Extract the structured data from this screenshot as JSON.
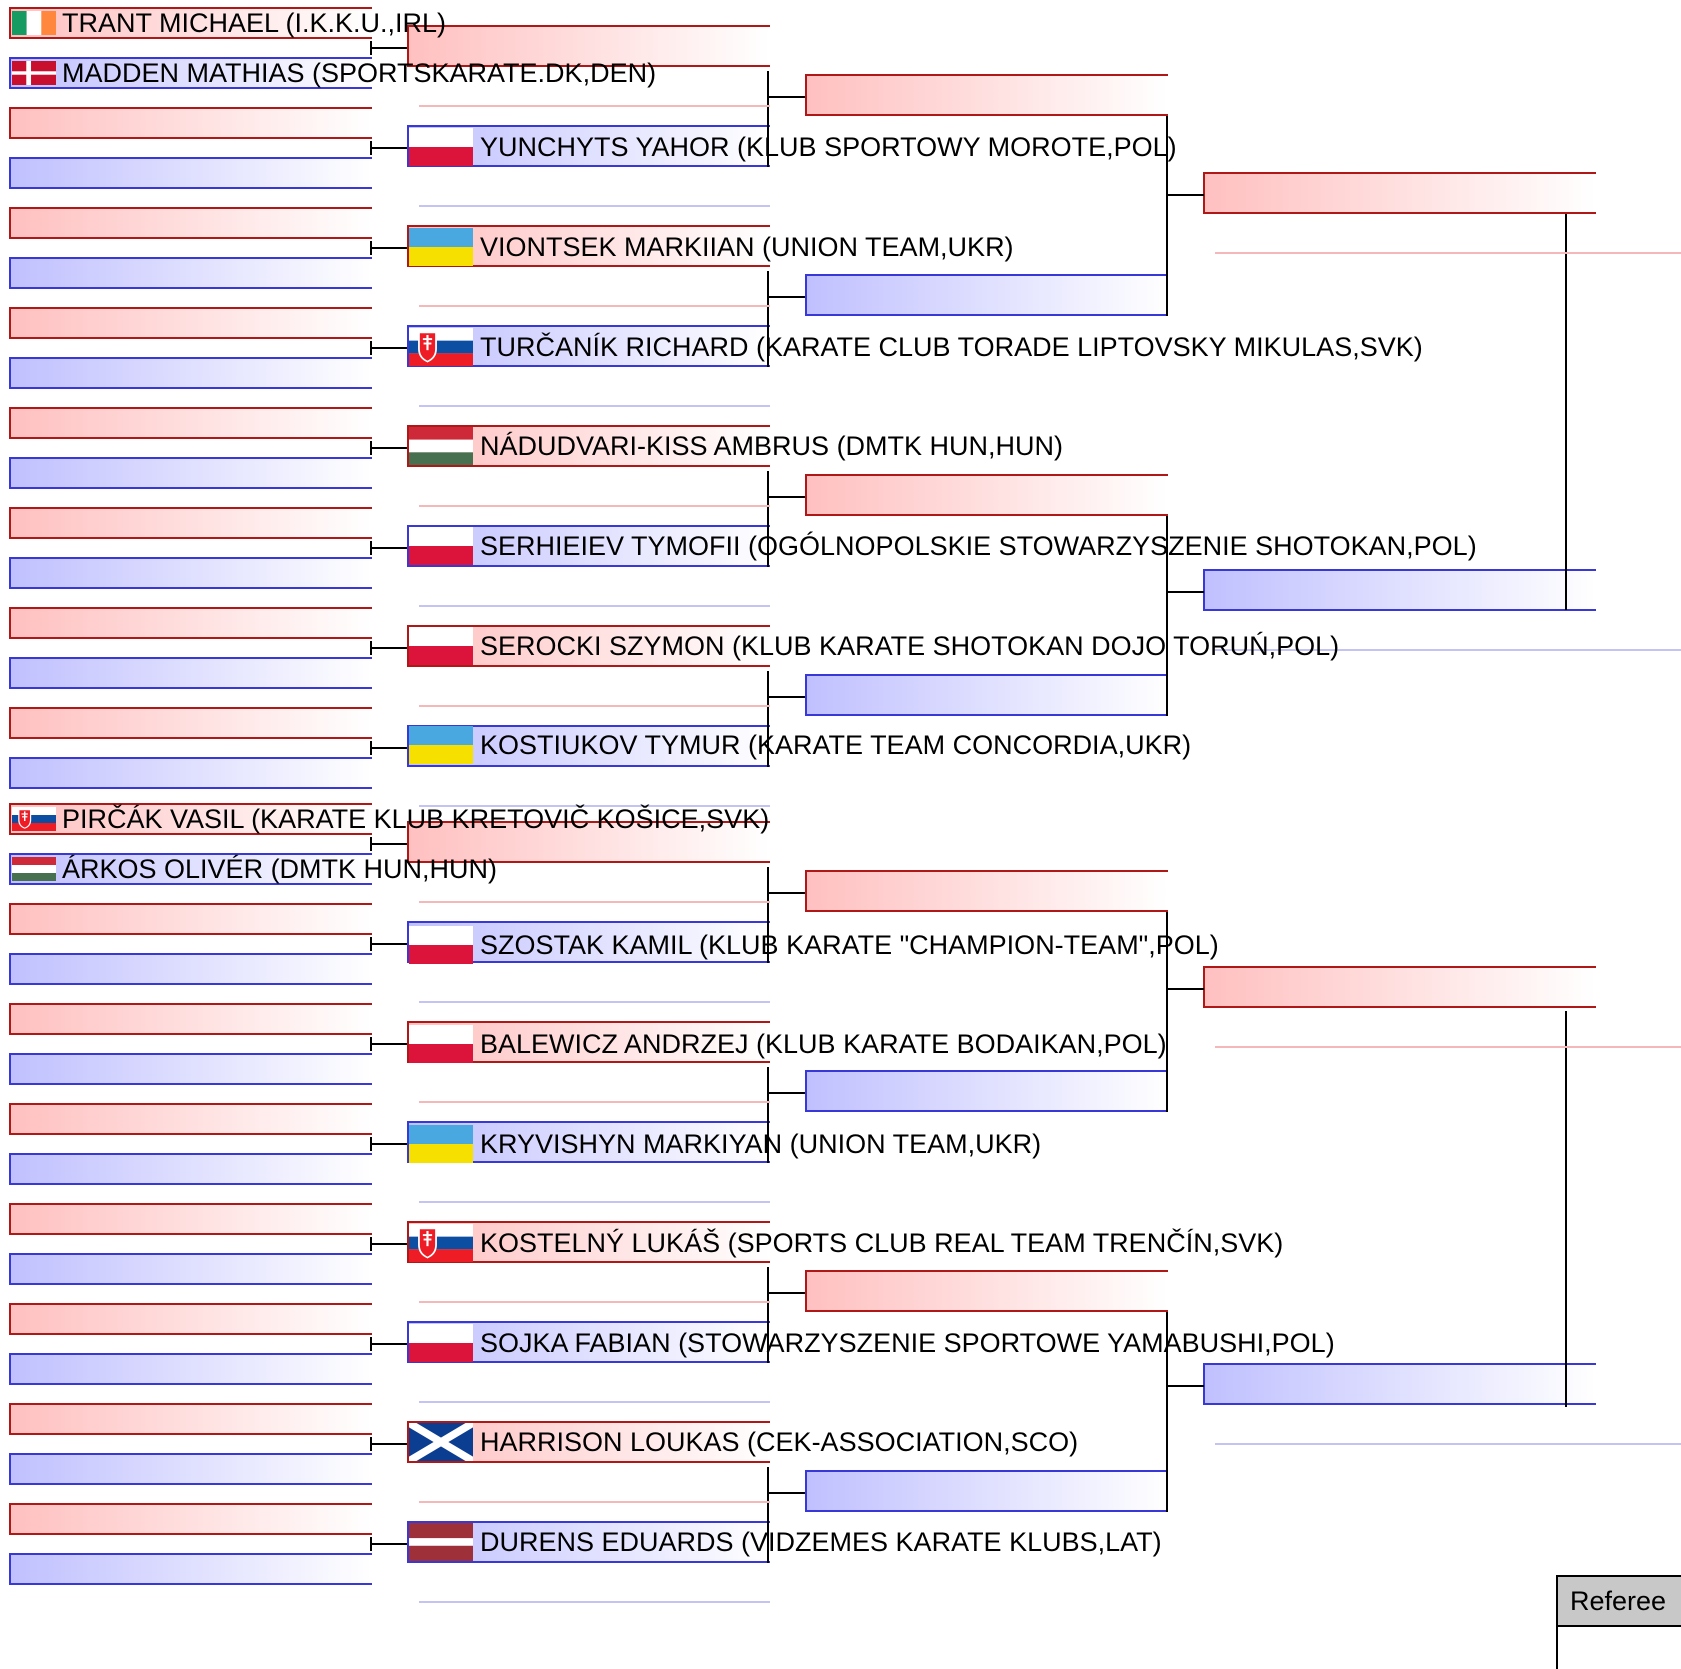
{
  "competitors": [
    {
      "id": "tra",
      "name": "TRANT MICHAEL (I.K.K.U.,IRL)",
      "country": "IRL"
    },
    {
      "id": "mad",
      "name": "MADDEN MATHIAS (SPORTSKARATE.DK,DEN)",
      "country": "DEN"
    },
    {
      "id": "yun",
      "name": "YUNCHYTS YAHOR (KLUB SPORTOWY MOROTE,POL)",
      "country": "POL"
    },
    {
      "id": "vio",
      "name": "VIONTSEK MARKIIAN (UNION TEAM,UKR)",
      "country": "UKR"
    },
    {
      "id": "tur",
      "name": "TURČANÍK RICHARD (KARATE CLUB TORADE LIPTOVSKY MIKULAS,SVK)",
      "country": "SVK"
    },
    {
      "id": "nad",
      "name": "NÁDUDVARI-KISS AMBRUS (DMTK HUN,HUN)",
      "country": "HUN"
    },
    {
      "id": "ser",
      "name": "SERHIEIEV TYMOFII (OGÓLNOPOLSKIE STOWARZYSZENIE SHOTOKAN,POL)",
      "country": "POL"
    },
    {
      "id": "sero",
      "name": "SEROCKI SZYMON (KLUB KARATE SHOTOKAN DOJO TORUŃ,POL)",
      "country": "POL"
    },
    {
      "id": "kos",
      "name": "KOSTIUKOV TYMUR (KARATE TEAM CONCORDIA,UKR)",
      "country": "UKR"
    },
    {
      "id": "pir",
      "name": "PIRČÁK VASIL (KARATE KLUB KRETOVIČ KOŠICE,SVK)",
      "country": "SVK"
    },
    {
      "id": "ark",
      "name": "ÁRKOS OLIVÉR (DMTK HUN,HUN)",
      "country": "HUN"
    },
    {
      "id": "szo",
      "name": "SZOSTAK KAMIL (KLUB KARATE \"CHAMPION-TEAM\",POL)",
      "country": "POL"
    },
    {
      "id": "bal",
      "name": "BALEWICZ ANDRZEJ (KLUB KARATE BODAIKAN,POL)",
      "country": "POL"
    },
    {
      "id": "kry",
      "name": "KRYVISHYN MARKIYAN (UNION TEAM,UKR)",
      "country": "UKR"
    },
    {
      "id": "kost",
      "name": "KOSTELNÝ LUKÁŠ (SPORTS CLUB REAL TEAM TRENČÍN,SVK)",
      "country": "SVK"
    },
    {
      "id": "soj",
      "name": "SOJKA FABIAN (STOWARZYSZENIE SPORTOWE YAMABUSHI,POL)",
      "country": "POL"
    },
    {
      "id": "har",
      "name": "HARRISON LOUKAS (CEK-ASSOCIATION,SCO)",
      "country": "SCO"
    },
    {
      "id": "dur",
      "name": "DURENS EDUARDS (VIDZEMES KARATE KLUBS,LAT)",
      "country": "LAT"
    }
  ],
  "referee_label": "Referee",
  "colors": {
    "aka_red": "#b01818",
    "ao_blue": "#3838d8",
    "aka_fill": "#ffc0c0",
    "ao_fill": "#c0c0ff",
    "connector": "#000000"
  },
  "icons": {
    "IRL": "flag-ireland-icon",
    "DEN": "flag-denmark-icon",
    "POL": "flag-poland-icon",
    "UKR": "flag-ukraine-icon",
    "SVK": "flag-slovakia-icon",
    "HUN": "flag-hungary-icon",
    "SCO": "flag-scotland-icon",
    "LAT": "flag-latvia-icon"
  }
}
